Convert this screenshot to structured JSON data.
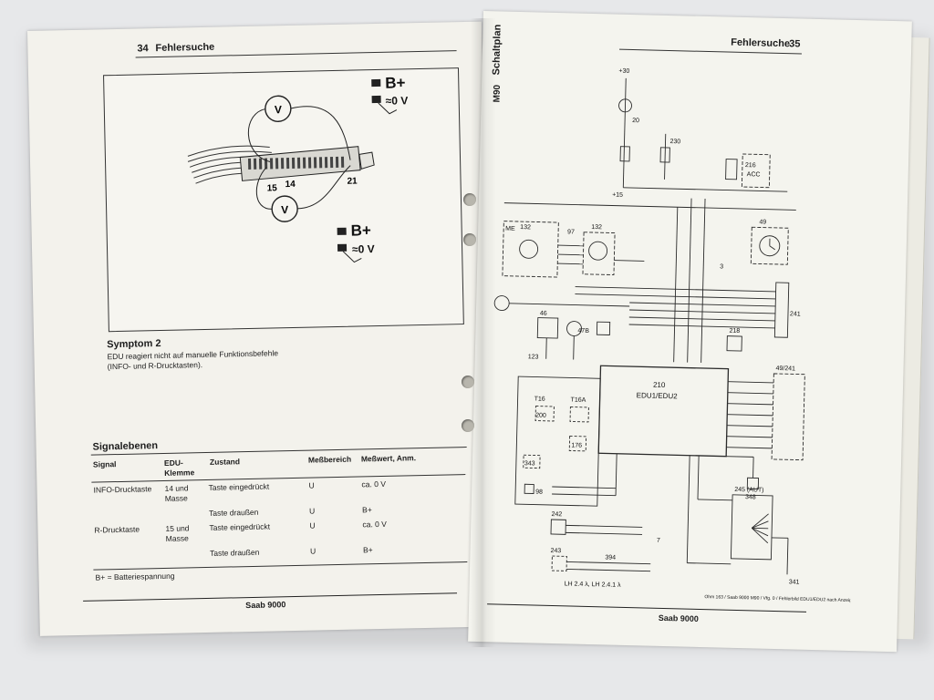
{
  "left_page": {
    "page_number": "34",
    "header_title": "Fehlersuche",
    "figure": {
      "b_plus_top": "B+",
      "zero_v_top": "≈0 V",
      "b_plus_bottom": "B+",
      "zero_v_bottom": "≈0 V",
      "meter_label": "V",
      "pin_15": "15",
      "pin_14": "14",
      "pin_21": "21"
    },
    "symptom_title": "Symptom 2",
    "symptom_text_1": "EDU reagiert nicht auf manuelle Funktionsbefehle",
    "symptom_text_2": "(INFO- und R-Drucktasten).",
    "signal_section_title": "Signalebenen",
    "table_headers": [
      "Signal",
      "EDU-",
      "Klemme",
      "Zustand",
      "Meßbereich",
      "Meßwert, Anm."
    ],
    "table_rows": [
      {
        "signal": "INFO-Drucktaste",
        "klemme1": "14 und",
        "klemme2": "Masse",
        "zustand": "Taste eingedrückt",
        "bereich": "U",
        "wert": "ca. 0 V"
      },
      {
        "signal": "",
        "klemme1": "",
        "klemme2": "",
        "zustand": "Taste draußen",
        "bereich": "U",
        "wert": "B+"
      },
      {
        "signal": "R-Drucktaste",
        "klemme1": "15 und",
        "klemme2": "Masse",
        "zustand": "Taste eingedrückt",
        "bereich": "U",
        "wert": "ca. 0 V"
      },
      {
        "signal": "",
        "klemme1": "",
        "klemme2": "",
        "zustand": "Taste draußen",
        "bereich": "U",
        "wert": "B+"
      }
    ],
    "footnote": "B+ = Batteriespannung",
    "footer": "Saab 9000"
  },
  "right_page": {
    "page_number": "35",
    "header_title": "Fehlersuche",
    "side_title": "Schaltplan",
    "side_subtitle": "M90",
    "schematic_labels": {
      "edu": "EDU1/EDU2",
      "edu_num": "210",
      "acc": "ACC",
      "acc_num": "216",
      "me": "ME",
      "c132a": "132",
      "c132b": "132",
      "c97": "97",
      "c49": "49",
      "c49_241": "49/241",
      "c241": "241",
      "c46": "46",
      "c478": "47B",
      "c123": "123",
      "c116": "T16",
      "c116a": "T16A",
      "c200": "200",
      "c176": "176",
      "c343": "343",
      "c98": "98",
      "c218": "218",
      "c242": "242",
      "c243": "243",
      "c394": "394",
      "c245": "245 (AUT)",
      "c341": "341",
      "c348": "348",
      "c20": "20",
      "c230": "230",
      "c30": "+30",
      "c15": "+15",
      "lh": "LH 2.4 λ, LH 2.4.1 λ",
      "g7": "7",
      "g3": "3",
      "note": "Ohm 163 / Saab 9000 M90 / Vfg. 0 / Fehlerbild EDU1/EDU2 nach Anzeige"
    },
    "footer": "Saab 9000"
  }
}
